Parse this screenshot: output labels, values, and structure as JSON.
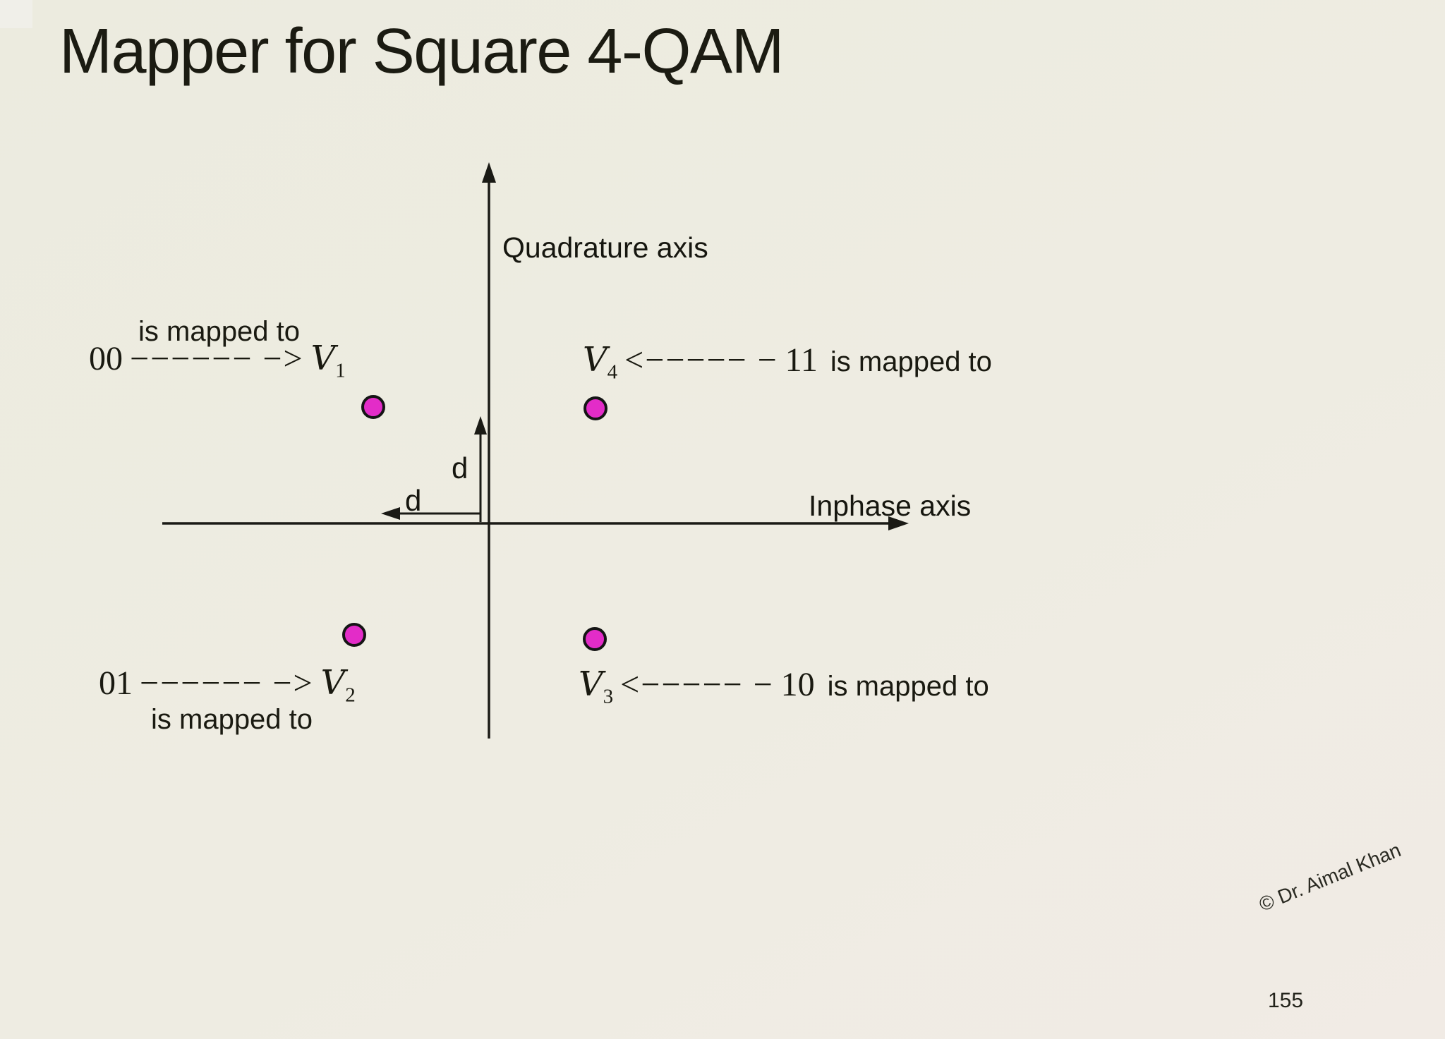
{
  "slide": {
    "title": "Mapper for Square 4-QAM",
    "page_number": "155",
    "copyright": "© Dr. Aimal Khan"
  },
  "diagram": {
    "quadrature_axis_label": "Quadrature axis",
    "inphase_axis_label": "Inphase axis",
    "d_label_vertical": "d",
    "d_label_horizontal": "d",
    "colors": {
      "background": "#edece2",
      "point_fill": "#e32cc8",
      "point_stroke": "#151515",
      "axis": "#1a1a15",
      "text": "#1b1b12"
    },
    "mappings": [
      {
        "position": "top-left",
        "bits": "00",
        "arrow": "−−−−−− −>",
        "symbol": "V",
        "subscript": "1",
        "mapped_text": "is mapped to"
      },
      {
        "position": "top-right",
        "bits": "11",
        "arrow": "<−−−−− −",
        "symbol": "V",
        "subscript": "4",
        "mapped_text": "is mapped to"
      },
      {
        "position": "bottom-left",
        "bits": "01",
        "arrow": "−−−−−− −>",
        "symbol": "V",
        "subscript": "2",
        "mapped_text": "is mapped to"
      },
      {
        "position": "bottom-right",
        "bits": "10",
        "arrow": "<−−−−− −",
        "symbol": "V",
        "subscript": "3",
        "mapped_text": "is mapped to"
      }
    ]
  }
}
